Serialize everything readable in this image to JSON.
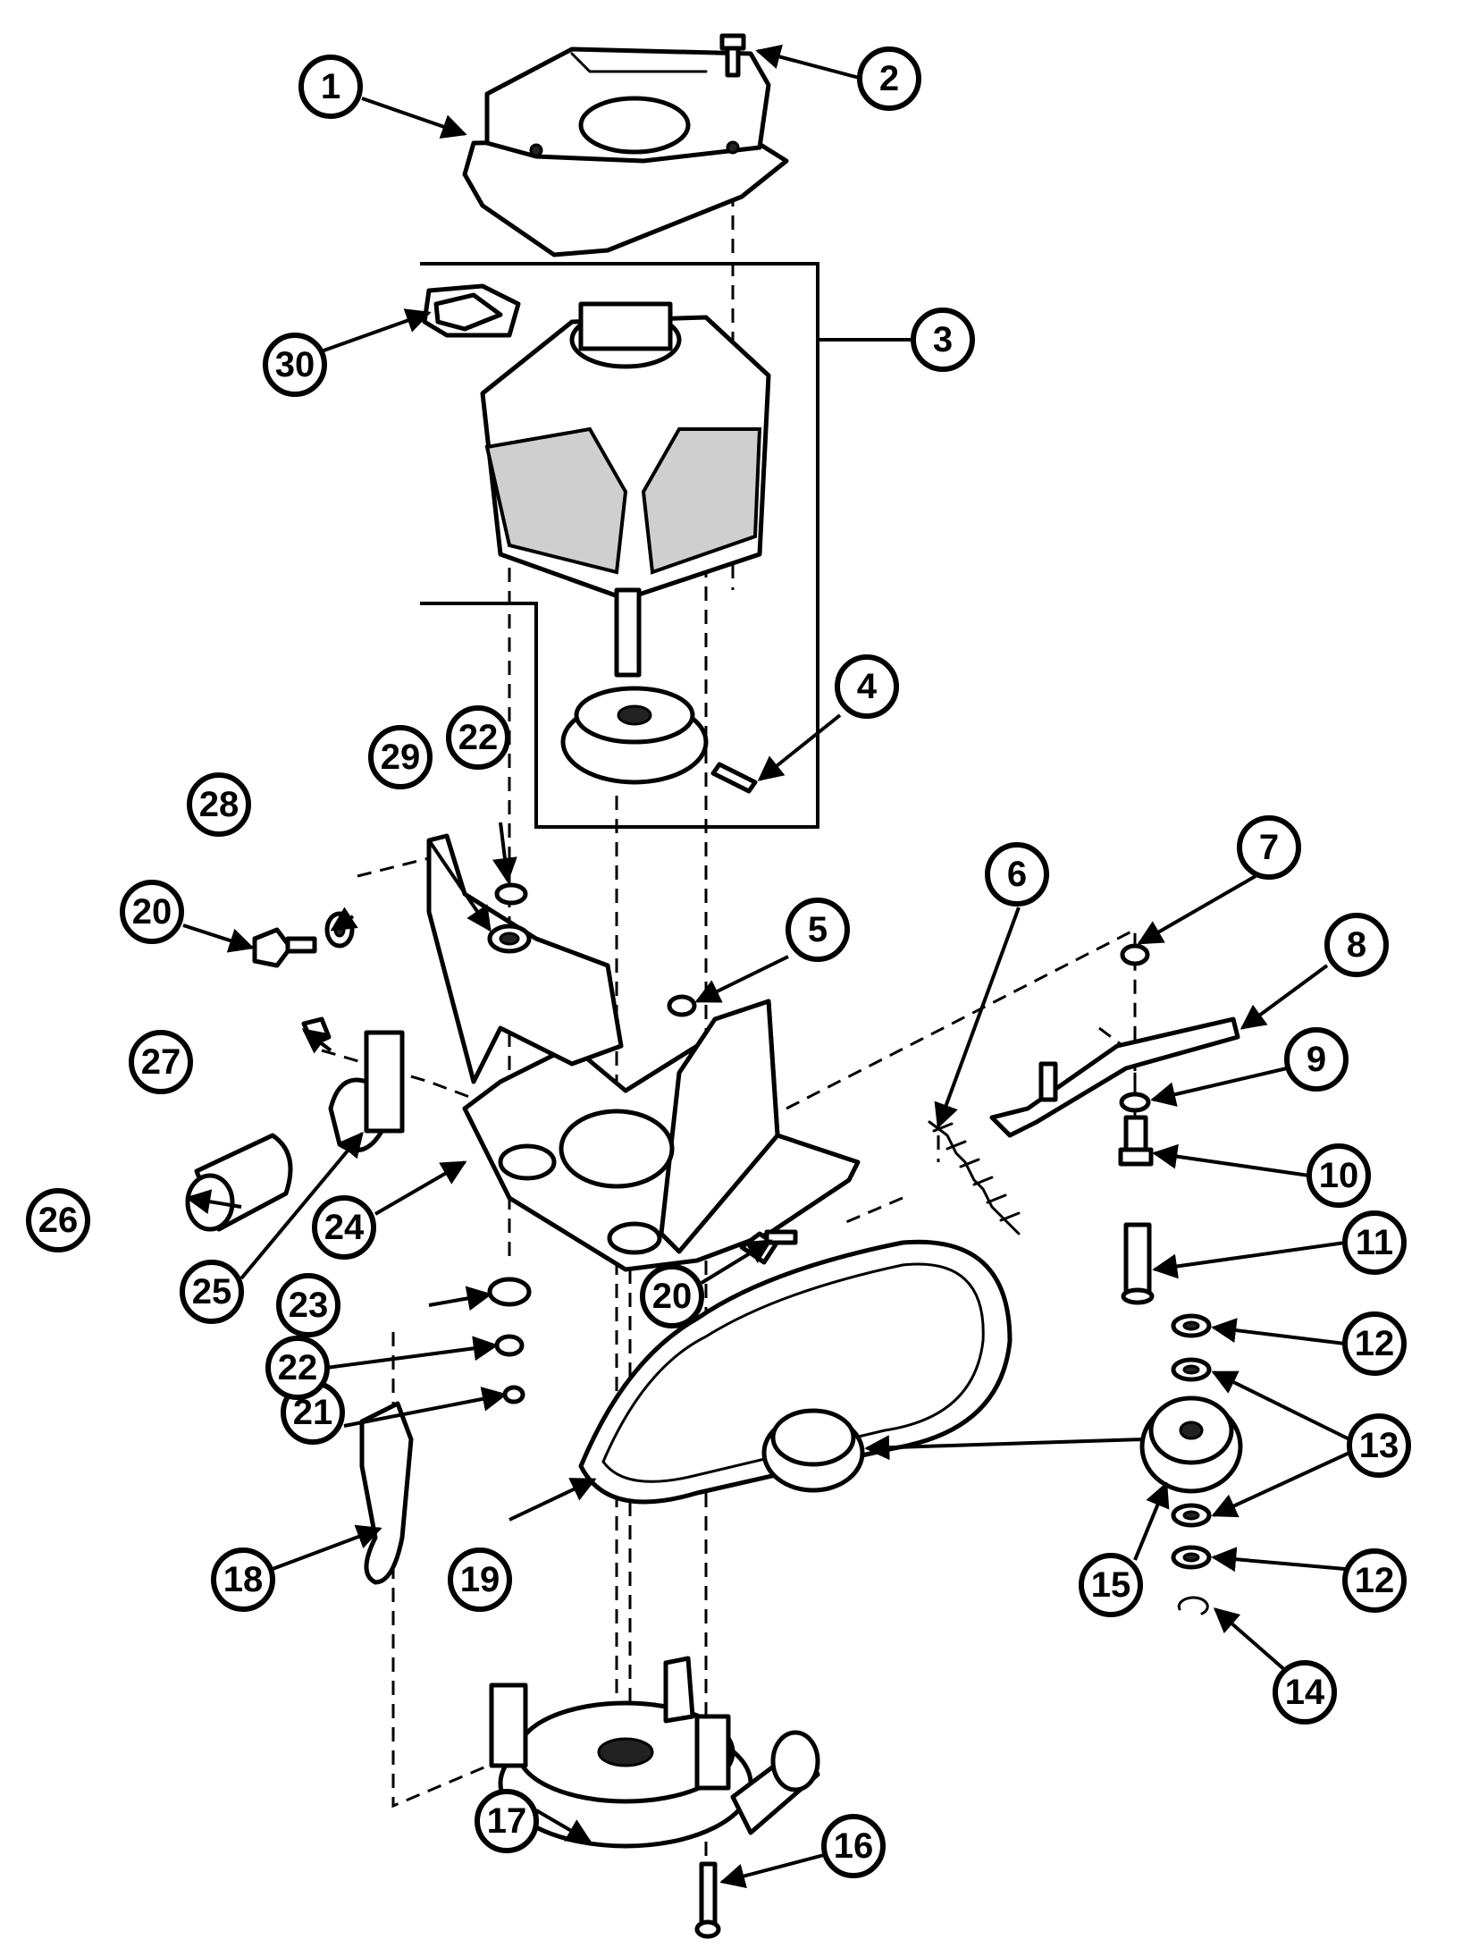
{
  "callouts": [
    "1",
    "2",
    "3",
    "4",
    "5",
    "6",
    "7",
    "8",
    "9",
    "10",
    "11",
    "12",
    "12",
    "13",
    "13",
    "14",
    "15",
    "16",
    "17",
    "18",
    "19",
    "20",
    "20",
    "21",
    "22",
    "22",
    "23",
    "24",
    "25",
    "26",
    "27",
    "28",
    "29",
    "30"
  ],
  "colors": {
    "ink": "#000000",
    "paper": "#ffffff",
    "shade": "#cfcfcf"
  }
}
